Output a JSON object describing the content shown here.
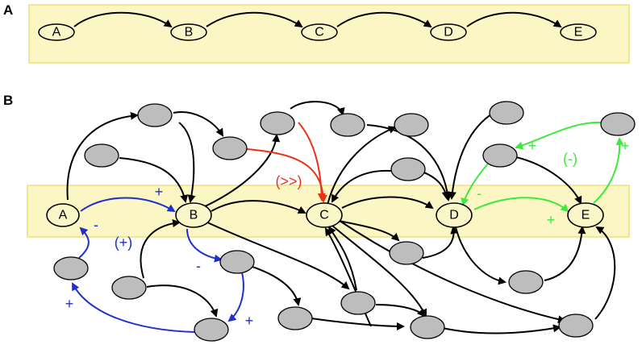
{
  "colors": {
    "band_fill": "#fbf6c3",
    "band_stroke": "#e9e27a",
    "main_node_fill": "#fbf6c8",
    "grey_node_fill": "#bdbdbd",
    "black": "#000000",
    "blue": "#1f2fd0",
    "red": "#e8331a",
    "green": "#3ee83e"
  },
  "panel_a": {
    "label": "A",
    "nodes": [
      {
        "id": "A",
        "label": "A"
      },
      {
        "id": "B",
        "label": "B"
      },
      {
        "id": "C",
        "label": "C"
      },
      {
        "id": "D",
        "label": "D"
      },
      {
        "id": "E",
        "label": "E"
      }
    ],
    "edges": [
      {
        "from": "A",
        "to": "B"
      },
      {
        "from": "B",
        "to": "C"
      },
      {
        "from": "C",
        "to": "D"
      },
      {
        "from": "D",
        "to": "E"
      }
    ]
  },
  "panel_b": {
    "label": "B",
    "main_nodes": [
      {
        "id": "A",
        "label": "A"
      },
      {
        "id": "B",
        "label": "B"
      },
      {
        "id": "C",
        "label": "C"
      },
      {
        "id": "D",
        "label": "D"
      },
      {
        "id": "E",
        "label": "E"
      }
    ],
    "sign_labels": [
      {
        "id": "plus-a-b",
        "text": "+",
        "color": "blue"
      },
      {
        "id": "minus-a",
        "text": "-",
        "color": "blue"
      },
      {
        "id": "plus-paren",
        "text": "(+)",
        "color": "blue"
      },
      {
        "id": "minus-b-down",
        "text": "-",
        "color": "blue"
      },
      {
        "id": "plus-bottom-left",
        "text": "+",
        "color": "blue"
      },
      {
        "id": "plus-bottom",
        "text": "+",
        "color": "blue"
      },
      {
        "id": "red-double",
        "text": "(>>)",
        "color": "red"
      },
      {
        "id": "green-plus-top",
        "text": "+",
        "color": "green"
      },
      {
        "id": "green-minus-paren",
        "text": "(-)",
        "color": "green"
      },
      {
        "id": "green-plus-right",
        "text": "+",
        "color": "green"
      },
      {
        "id": "green-minus-d",
        "text": "-",
        "color": "green"
      },
      {
        "id": "green-plus-d",
        "text": "+",
        "color": "green"
      }
    ]
  }
}
